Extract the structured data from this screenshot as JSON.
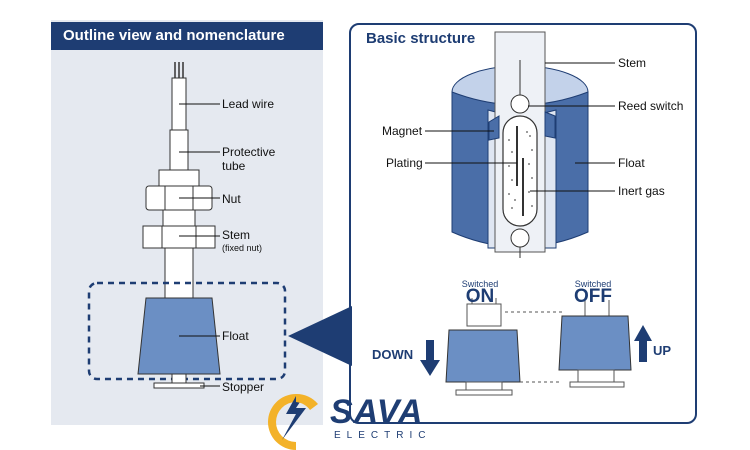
{
  "left_panel": {
    "title": "Outline view and nomenclature",
    "labels": {
      "lead_wire": "Lead wire",
      "protective_tube_1": "Protective",
      "protective_tube_2": "tube",
      "nut": "Nut",
      "stem": "Stem",
      "stem_sub": "(fixed nut)",
      "float": "Float",
      "stopper": "Stopper"
    }
  },
  "right_panel": {
    "title": "Basic structure",
    "labels": {
      "stem": "Stem",
      "reed_switch": "Reed switch",
      "magnet": "Magnet",
      "plating": "Plating",
      "float": "Float",
      "inert_gas": "Inert gas"
    },
    "states": {
      "on_small": "Switched",
      "on_big": "ON",
      "off_small": "Switched",
      "off_big": "OFF",
      "down": "DOWN",
      "up": "UP"
    }
  },
  "logo": {
    "name": "SAVA",
    "sub": "ELECTRIC"
  },
  "colors": {
    "navy": "#1e3d73",
    "float_blue": "#6b8fc4",
    "panel_bg": "#e5e9f0"
  }
}
